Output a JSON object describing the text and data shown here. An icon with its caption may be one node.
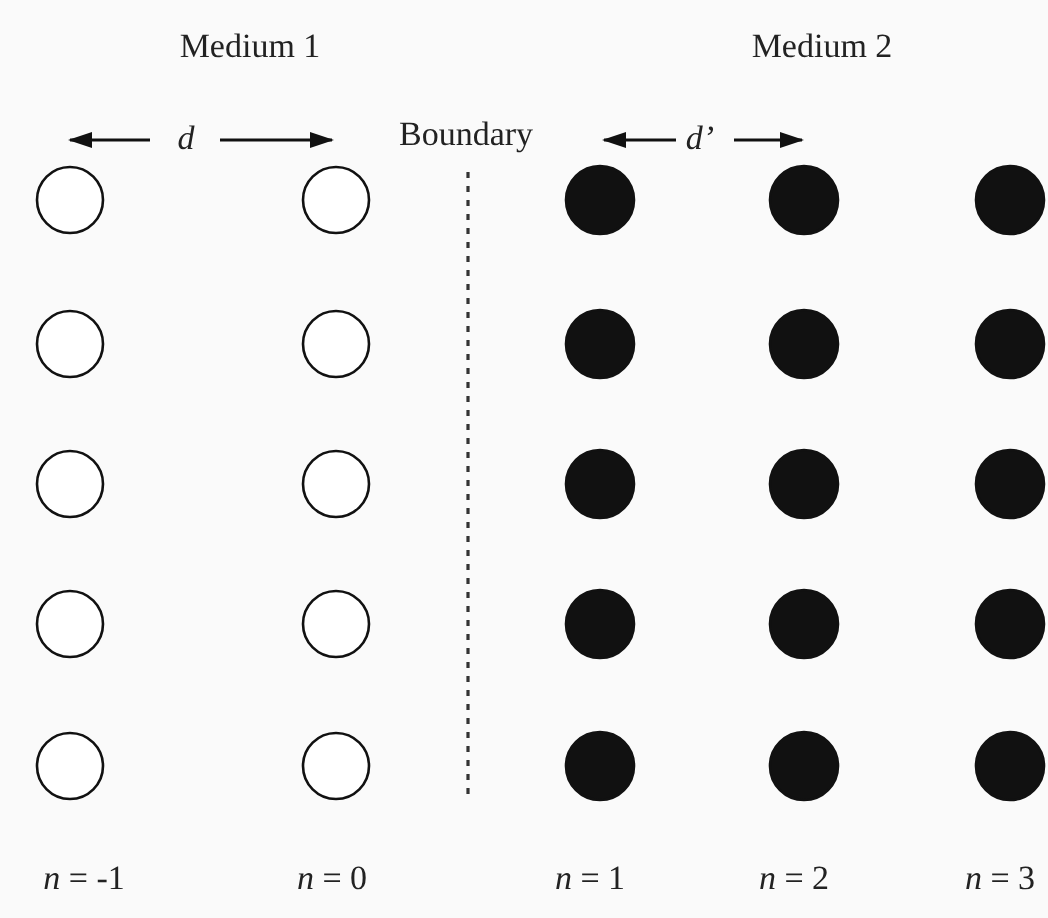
{
  "diagram": {
    "labels": [
      "Medium 1",
      "Medium 2",
      "d",
      "Boundary",
      "d’",
      "*n* = -1",
      "*n* = 0",
      "*n* = 1",
      "*n* = 2",
      "*n* = 3"
    ]
  }
}
